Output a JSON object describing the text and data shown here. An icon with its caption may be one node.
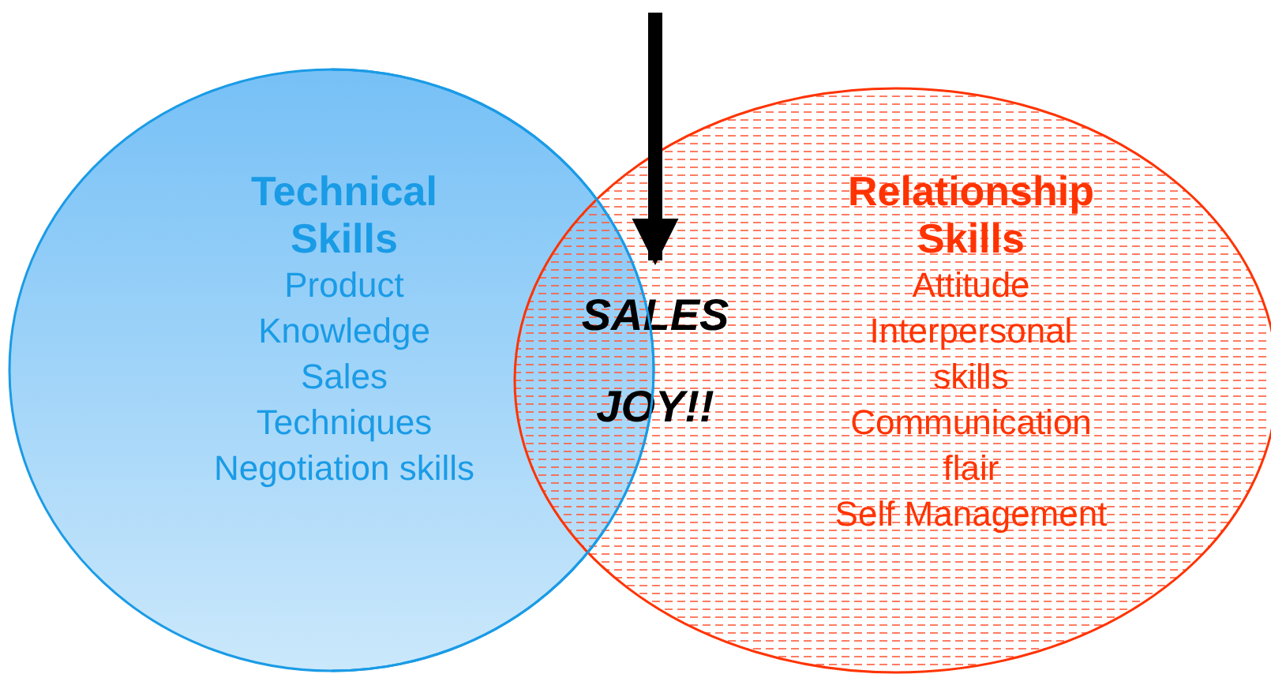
{
  "diagram": {
    "nodes": [
      {
        "text": [
          "Technical Skills",
          "Product Knowledge",
          "Sales Techniques",
          "Negotiation skills"
        ]
      },
      {
        "text": [
          "Relationship Skills",
          "Attitude",
          "Interpersonal skills",
          "Communication flair",
          "Self Management"
        ]
      },
      {
        "text": [
          "SALES",
          "JOY!!"
        ],
        "in": 1
      }
    ],
    "edges": [
      {
        "from": null,
        "to": 2,
        "arrow": "to"
      }
    ]
  }
}
